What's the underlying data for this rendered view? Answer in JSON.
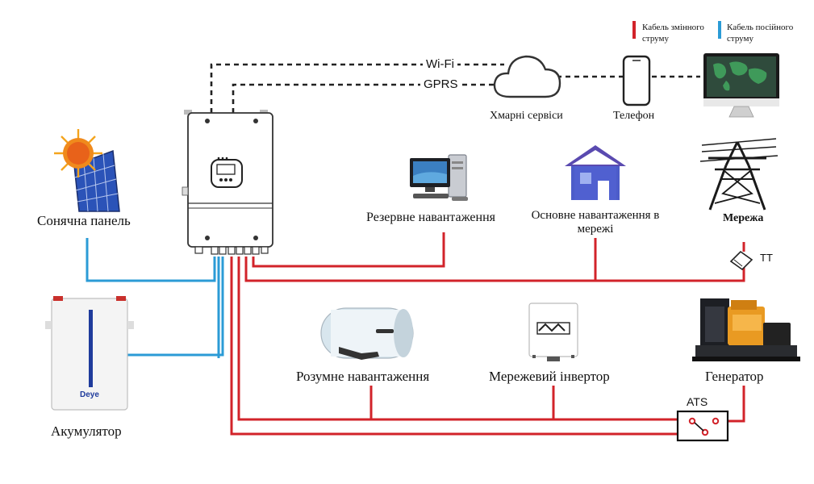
{
  "legend": {
    "ac": {
      "label": "Кабель змінного струму",
      "color": "#d2232a"
    },
    "dc": {
      "label": "Кабель посійного струму",
      "color": "#2b9bd6"
    }
  },
  "links": {
    "wifi": "Wi-Fi",
    "gprs": "GPRS"
  },
  "nodes": {
    "cloud": "Хмарні сервіси",
    "phone": "Телефон",
    "solar": "Сонячна панель",
    "backup_load": "Резервне навантаження",
    "main_load": "Основне навантаження в мережі",
    "grid": "Мережа",
    "ct": "TT",
    "battery": "Акумулятор",
    "battery_brand": "Deye",
    "smart_load": "Розумне навантаження",
    "grid_inverter": "Мережевий інвертор",
    "generator": "Генератор",
    "ats": "ATS"
  }
}
